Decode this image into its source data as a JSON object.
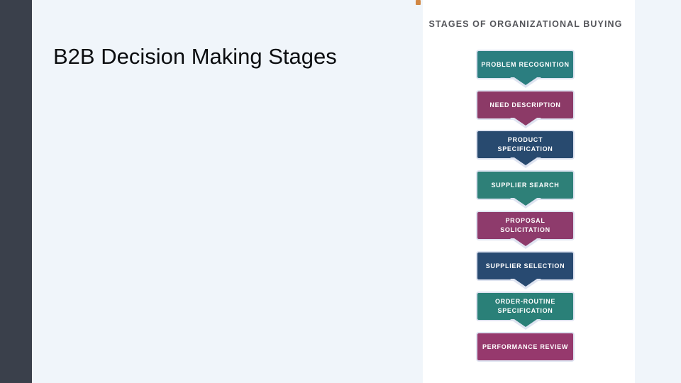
{
  "slide": {
    "title": "B2B Decision Making Stages",
    "title_color": "#0b0d10",
    "background_color": "#f0f5fa",
    "sidebar_color": "#3a404b"
  },
  "diagram": {
    "header": "STAGES OF ORGANIZATIONAL BUYING",
    "header_color": "#54555a",
    "panel_color": "#ffffff",
    "halo_color": "#dfe4f1",
    "stages": [
      {
        "label": "PROBLEM RECOGNITION",
        "color": "#2b7e80",
        "arrow": true
      },
      {
        "label": "NEED DESCRIPTION",
        "color": "#8c3a67",
        "arrow": true
      },
      {
        "label": "PRODUCT SPECIFICATION",
        "color": "#284a6f",
        "arrow": true
      },
      {
        "label": "SUPPLIER SEARCH",
        "color": "#2e8078",
        "arrow": true
      },
      {
        "label": "PROPOSAL SOLICITATION",
        "color": "#8e3b6c",
        "arrow": true
      },
      {
        "label": "SUPPLIER SELECTION",
        "color": "#284a71",
        "arrow": true
      },
      {
        "label": "ORDER-ROUTINE SPECIFICATION",
        "color": "#2a8078",
        "arrow": true
      },
      {
        "label": "PERFORMANCE REVIEW",
        "color": "#96396d",
        "arrow": false
      }
    ]
  },
  "artifact": {
    "color": "#cd7a2e"
  }
}
